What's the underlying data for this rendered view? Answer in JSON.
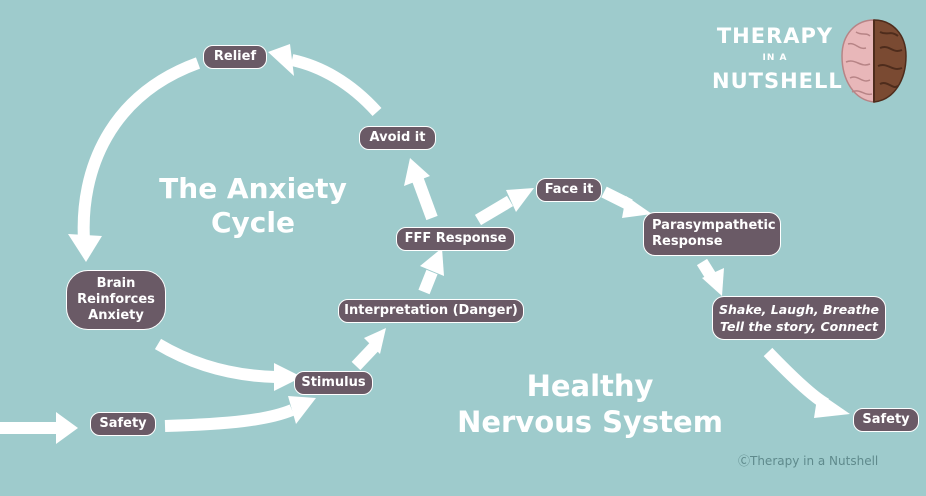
{
  "logo": {
    "line1": "THERAPY",
    "line2": "IN A",
    "line3": "NUTSHELL"
  },
  "titles": {
    "anxiety_cycle_line1": "The Anxiety",
    "anxiety_cycle_line2": "Cycle",
    "healthy_line1": "Healthy",
    "healthy_line2": "Nervous System"
  },
  "nodes": {
    "relief": "Relief",
    "avoid_it": "Avoid it",
    "face_it": "Face it",
    "fff_response": "FFF Response",
    "parasympathetic_line1": "Parasympathetic",
    "parasympathetic_line2": "Response",
    "brain_line1": "Brain",
    "brain_line2": "Reinforces",
    "brain_line3": "Anxiety",
    "interpretation": "Interpretation (Danger)",
    "coping_line1": "Shake, Laugh, Breathe",
    "coping_line2": "Tell the story, Connect",
    "stimulus": "Stimulus",
    "safety_start": "Safety",
    "safety_end": "Safety"
  },
  "copyright": "ⒸTherapy in a Nutshell",
  "colors": {
    "background": "#9ecbcc",
    "node_fill": "#6a5a66",
    "arrow": "#ffffff",
    "text": "#ffffff"
  }
}
